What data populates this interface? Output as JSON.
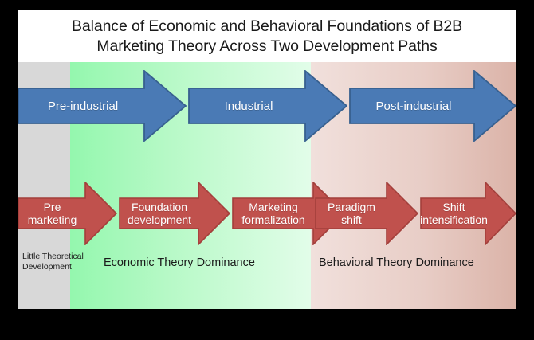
{
  "figure": {
    "title_lines": [
      "Balance of Economic and Behavioral Foundations of B2B",
      "Marketing Theory Across Two Development Paths"
    ],
    "frame_background": "#000000",
    "canvas_background": "#ffffff"
  },
  "bands": [
    {
      "name": "little-theoretical-band",
      "color": "#d8d8d8",
      "label": "Little Theoretical\nDevelopment"
    },
    {
      "name": "economic-theory-band",
      "color": "#94f7ae",
      "label": "Economic Theory Dominance"
    },
    {
      "name": "behavioral-theory-band",
      "color": "#dbb3a8",
      "label": "Behavioral Theory Dominance"
    }
  ],
  "paths": {
    "economic_path": {
      "name": "industrial-development-path",
      "color": "#4a7ab5",
      "stroke": "#37608f",
      "stages": [
        {
          "label": "Pre-industrial"
        },
        {
          "label": "Industrial"
        },
        {
          "label": "Post-industrial"
        }
      ]
    },
    "marketing_path": {
      "name": "marketing-theory-path",
      "color": "#c0514d",
      "stroke": "#a33f3b",
      "stages": [
        {
          "label": "Pre\nmarketing"
        },
        {
          "label": "Foundation\ndevelopment"
        },
        {
          "label": "Marketing\nformalization"
        },
        {
          "label": "Paradigm\nshift"
        },
        {
          "label": "Shift\nintensification"
        }
      ]
    }
  },
  "captions": {
    "little": "Little Theoretical\nDevelopment",
    "economic": "Economic Theory Dominance",
    "behavioral": "Behavioral Theory Dominance"
  }
}
